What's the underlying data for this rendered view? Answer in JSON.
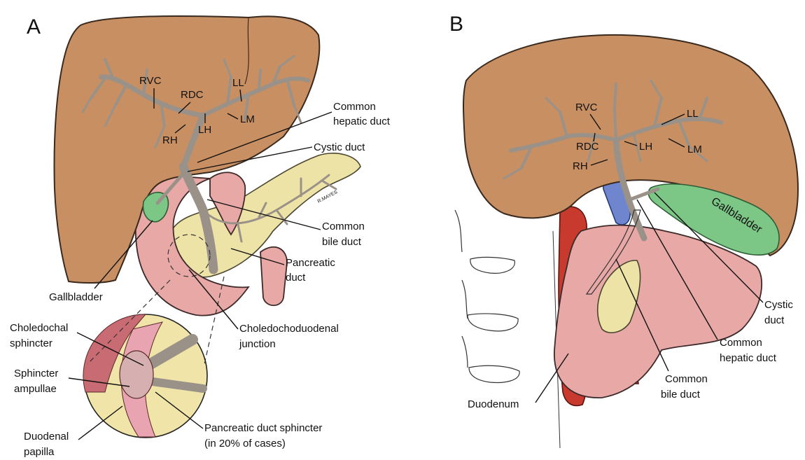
{
  "panels": {
    "a": "A",
    "b": "B"
  },
  "panel_a": {
    "rvc": "RVC",
    "rdc": "RDC",
    "ll": "LL",
    "lm": "LM",
    "lh": "LH",
    "rh": "RH",
    "common_hepatic_1": "Common",
    "common_hepatic_2": "hepatic duct",
    "cystic": "Cystic duct",
    "common_bile_1": "Common",
    "common_bile_2": "bile duct",
    "pancreatic_1": "Pancreatic",
    "pancreatic_2": "duct",
    "gallbladder": "Gallbladder",
    "choledochoduodenal_1": "Choledochoduodenal",
    "choledochoduodenal_2": "junction",
    "choledochal_1": "Choledochal",
    "choledochal_2": "sphincter",
    "ampullae_1": "Sphincter",
    "ampullae_2": "ampullae",
    "papilla_1": "Duodenal",
    "papilla_2": "papilla",
    "pancreatic_sphincter_1": "Pancreatic duct sphincter",
    "pancreatic_sphincter_2": "(in 20% of cases)",
    "artist_signature": "R.MAYES"
  },
  "panel_b": {
    "rvc": "RVC",
    "ll": "LL",
    "rdc": "RDC",
    "lh": "LH",
    "lm": "LM",
    "rh": "RH",
    "gallbladder": "Gallbladder",
    "cystic_1": "Cystic",
    "cystic_2": "duct",
    "common_hepatic_1": "Common",
    "common_hepatic_2": "hepatic duct",
    "common_bile_1": "Common",
    "common_bile_2": "bile duct",
    "duodenum": "Duodenum"
  },
  "colors": {
    "liver": "#c88f63",
    "bile_duct": "#9a9288",
    "pancreas": "#eee3a6",
    "duodenum": "#e7a8a6",
    "gallbladder": "#7cc686",
    "ivc": "#6f86cf",
    "aorta": "#c8392e"
  }
}
